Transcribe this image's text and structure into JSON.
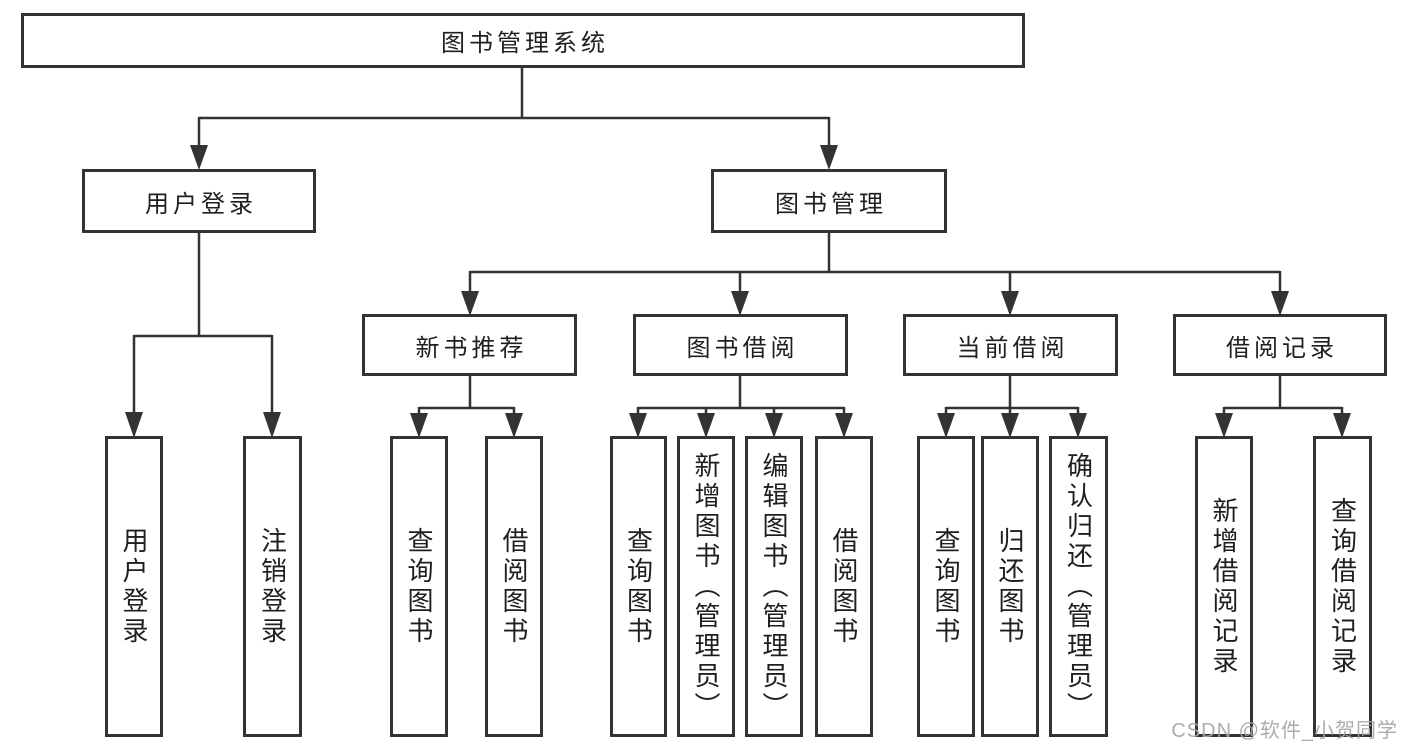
{
  "colors": {
    "line": "#333333",
    "text": "#1f1f1f",
    "background": "#ffffff",
    "watermark": "#a5a5a5"
  },
  "tree": {
    "root": "图书管理系统",
    "children": [
      {
        "label": "用户登录",
        "children": [
          {
            "label": "用户登录"
          },
          {
            "label": "注销登录"
          }
        ]
      },
      {
        "label": "图书管理",
        "children": [
          {
            "label": "新书推荐",
            "children": [
              {
                "label": "查询图书"
              },
              {
                "label": "借阅图书"
              }
            ]
          },
          {
            "label": "图书借阅",
            "children": [
              {
                "label": "查询图书"
              },
              {
                "label": "新增图书（管理员）"
              },
              {
                "label": "编辑图书（管理员）"
              },
              {
                "label": "借阅图书"
              }
            ]
          },
          {
            "label": "当前借阅",
            "children": [
              {
                "label": "查询图书"
              },
              {
                "label": "归还图书"
              },
              {
                "label": "确认归还（管理员）"
              }
            ]
          },
          {
            "label": "借阅记录",
            "children": [
              {
                "label": "新增借阅记录"
              },
              {
                "label": "查询借阅记录"
              }
            ]
          }
        ]
      }
    ]
  },
  "watermark": "CSDN @软件_小贺同学"
}
